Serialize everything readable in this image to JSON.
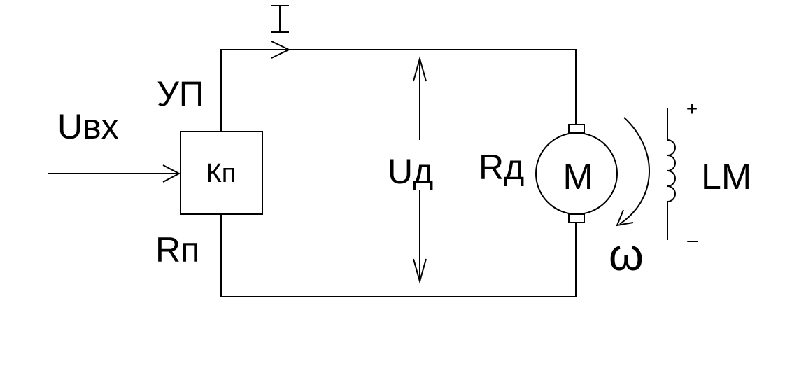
{
  "diagram": {
    "labels": {
      "current": "I",
      "converter_top": "УП",
      "input_voltage": "Uвх",
      "converter_gain": "Кп",
      "converter_resistance": "Rп",
      "motor_voltage": "Uд",
      "motor_resistance": "Rд",
      "motor": "M",
      "field_winding": "LM",
      "plus": "+",
      "minus": "–",
      "angular_speed": "ω"
    }
  },
  "colors": {
    "line": "#000000",
    "background": "#ffffff"
  }
}
